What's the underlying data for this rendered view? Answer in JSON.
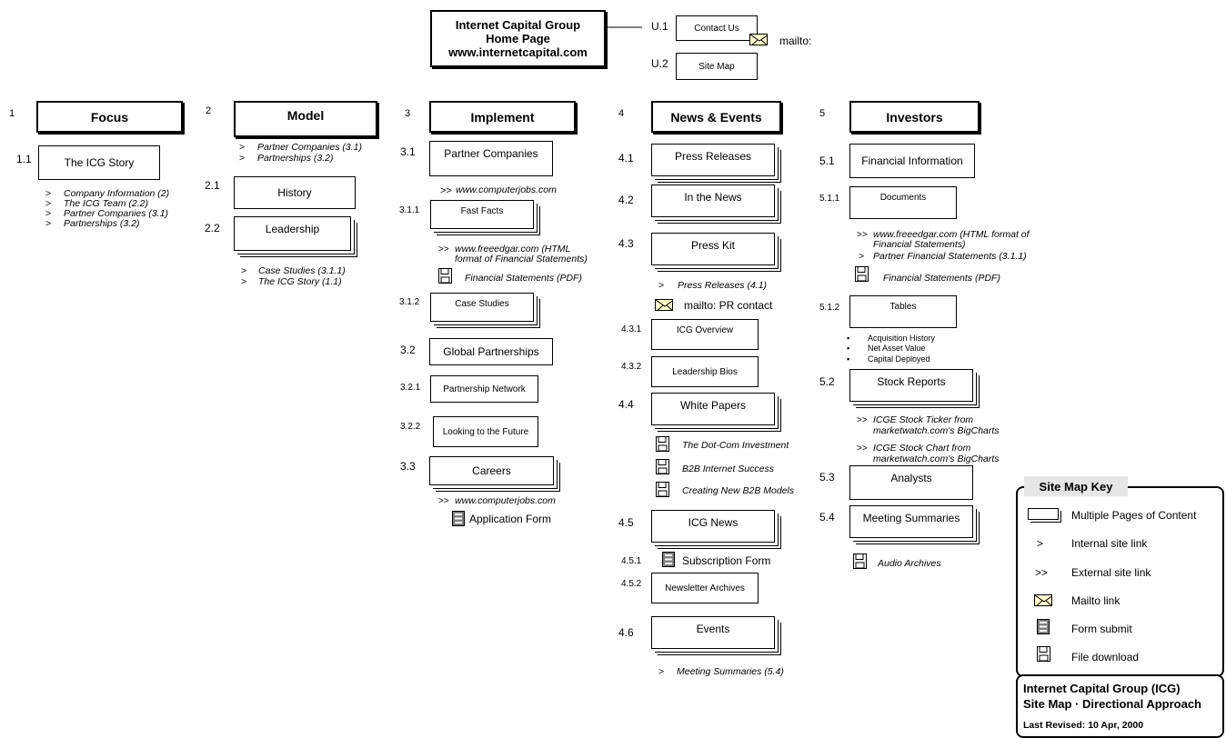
{
  "home": {
    "title_line1": "Internet Capital Group",
    "title_line2": "Home Page",
    "url": "www.internetcapital.com"
  },
  "utility": {
    "u1_num": "U.1",
    "u1_label": "Contact Us",
    "u1_mailto": "mailto:",
    "u2_num": "U.2",
    "u2_label": "Site Map"
  },
  "focus": {
    "num": "1",
    "title": "Focus",
    "p11_num": "1.1",
    "p11_label": "The ICG Story",
    "links": [
      "Company Information (2)",
      "The ICG Team (2.2)",
      "Partner Companies (3.1)",
      "Partnerships (3.2)"
    ]
  },
  "model": {
    "num": "2",
    "title": "Model",
    "links": [
      "Partner Companies (3.1)",
      "Partnerships (3.2)"
    ],
    "p21_num": "2.1",
    "p21_label": "History",
    "p22_num": "2.2",
    "p22_label": "Leadership",
    "p22_links": [
      "Case Studies (3.1.1)",
      "The ICG Story (1.1)"
    ]
  },
  "implement": {
    "num": "3",
    "title": "Implement",
    "p31_num": "3.1",
    "p31_label": "Partner Companies",
    "p31_ext": "www.computerjobs.com",
    "p311_num": "3.1.1",
    "p311_label": "Fast Facts",
    "p311_ext_line1": "www.freeedgar.com (HTML",
    "p311_ext_line2": "format of Financial Statements)",
    "p311_file": "Financial Statements (PDF)",
    "p312_num": "3.1.2",
    "p312_label": "Case Studies",
    "p32_num": "3.2",
    "p32_label": "Global Partnerships",
    "p321_num": "3.2.1",
    "p321_label": "Partnership Network",
    "p322_num": "3.2.2",
    "p322_label": "Looking to the Future",
    "p33_num": "3.3",
    "p33_label": "Careers",
    "p33_ext": "www.computerjobs.com",
    "p33_form": "Application Form"
  },
  "news": {
    "num": "4",
    "title": "News & Events",
    "p41_num": "4.1",
    "p41_label": "Press Releases",
    "p42_num": "4.2",
    "p42_label": "In the News",
    "p43_num": "4.3",
    "p43_label": "Press Kit",
    "p43_link": "Press Releases (4.1)",
    "p43_mailto": "mailto: PR contact",
    "p431_num": "4.3.1",
    "p431_label": "ICG Overview",
    "p432_num": "4.3.2",
    "p432_label": "Leadership Bios",
    "p44_num": "4.4",
    "p44_label": "White Papers",
    "p44_files": [
      "The Dot-Com Investment",
      "B2B Internet Success",
      "Creating New B2B Models"
    ],
    "p45_num": "4.5",
    "p45_label": "ICG News",
    "p451_num": "4.5.1",
    "p451_form": "Subscription Form",
    "p452_num": "4.5.2",
    "p452_label": "Newsletter Archives",
    "p46_num": "4.6",
    "p46_label": "Events",
    "p46_link": "Meeting Summaries (5.4)"
  },
  "investors": {
    "num": "5",
    "title": "Investors",
    "p51_num": "5.1",
    "p51_label": "Financial Information",
    "p511_num": "5.1.1",
    "p511_label": "Documents",
    "p511_ext_line1": "www.freeedgar.com (HTML format of",
    "p511_ext_line2": "Financial Statements)",
    "p511_int_line1": "Partner Financial Statements (3.1.1)",
    "p511_file": "Financial Statements (PDF)",
    "p512_num": "5.1.2",
    "p512_label": "Tables",
    "p512_bullets": [
      "Acquisition History",
      "Net Asset Value",
      "Capital Deployed"
    ],
    "p52_num": "5.2",
    "p52_label": "Stock Reports",
    "p52_ext1_line1": "ICGE Stock Ticker from",
    "p52_ext1_line2": "marketwatch.com's BigCharts",
    "p52_ext2_line1": "ICGE Stock Chart from",
    "p52_ext2_line2": "marketwatch.com's BigCharts",
    "p53_num": "5.3",
    "p53_label": "Analysts",
    "p54_num": "5.4",
    "p54_label": "Meeting Summaries",
    "p54_file": "Audio Archives"
  },
  "key": {
    "title": "Site Map Key",
    "multi": "Multiple Pages of Content",
    "internal_sym": ">",
    "internal": "Internal site link",
    "external_sym": ">>",
    "external": "External site link",
    "mailto": "Mailto link",
    "form": "Form submit",
    "file": "File download"
  },
  "title_block": {
    "line1": "Internet Capital Group (ICG)",
    "line2": "Site Map · Directional Approach",
    "revised": "Last Revised: 10 Apr, 2000"
  },
  "symbols": {
    "internal": ">",
    "external": ">>"
  },
  "colors": {
    "envelope": "#ffffcc",
    "key_title_bg": "#e6e6e6",
    "form_icon": "#808080"
  }
}
